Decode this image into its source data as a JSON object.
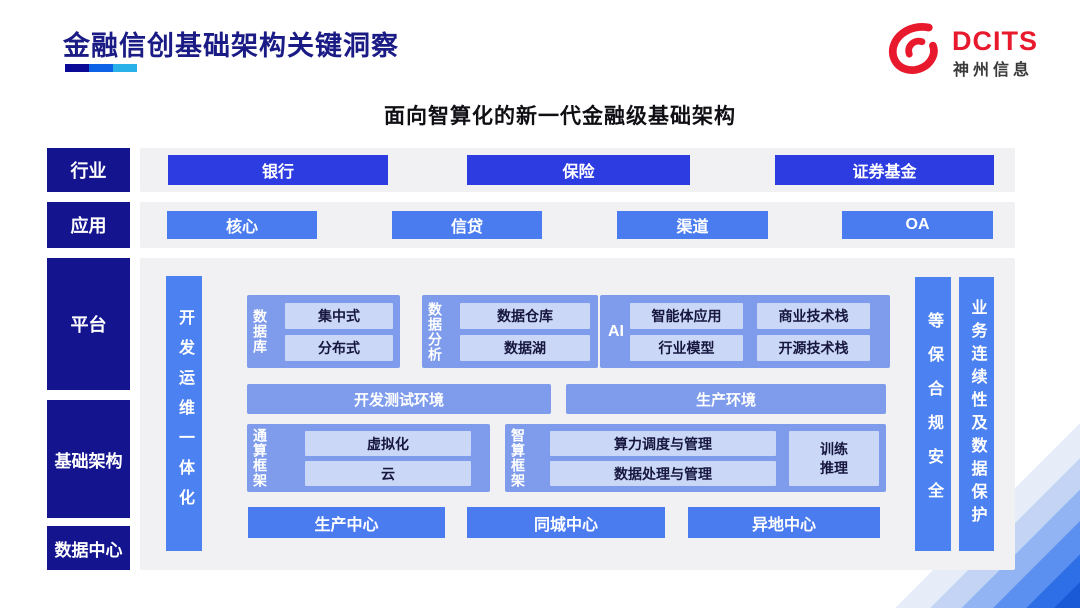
{
  "header": {
    "title": "金融信创基础架构关键洞察",
    "logo": {
      "name": "DCITS",
      "company": "神州信息"
    }
  },
  "subtitle": "面向智算化的新一代金融级基础架构",
  "side_labels": {
    "industry": "行业",
    "application": "应用",
    "platform": "平台",
    "infrastructure": "基础架构",
    "datacenter": "数据中心"
  },
  "industry_row": {
    "items": [
      "银行",
      "保险",
      "证券基金"
    ]
  },
  "application_row": {
    "items": [
      "核心",
      "信贷",
      "渠道",
      "OA"
    ]
  },
  "platform": {
    "devops_bar": "开发运维一体化",
    "security_bar": "等保合规安全",
    "continuity_bar": "业务连续性及数据保护",
    "database": {
      "label": "数据库",
      "items": [
        "集中式",
        "分布式"
      ]
    },
    "analytics": {
      "label": "数据分析",
      "items": [
        "数据仓库",
        "数据湖"
      ]
    },
    "ai": {
      "label": "AI",
      "items": [
        "智能体应用",
        "商业技术栈",
        "行业模型",
        "开源技术栈"
      ]
    },
    "environments": {
      "dev": "开发测试环境",
      "prod": "生产环境"
    },
    "general_compute": {
      "label": "通算框架",
      "items": [
        "虚拟化",
        "云"
      ]
    },
    "intelligent_compute": {
      "label": "智算框架",
      "items": [
        "算力调度与管理",
        "数据处理与管理"
      ],
      "side": "训练推理"
    },
    "centers": [
      "生产中心",
      "同城中心",
      "异地中心"
    ]
  },
  "colors": {
    "label_navy": "#14148F",
    "royal_blue": "#2C3CE1",
    "bright_blue": "#4A7CF0",
    "bar_blue": "#4C81F1",
    "box_blue": "#7E9BEC",
    "chip_blue": "#CAD7F7",
    "lane_gray": "#F1F1F4",
    "title_navy": "#1B1B86",
    "logo_red": "#E8192C"
  }
}
